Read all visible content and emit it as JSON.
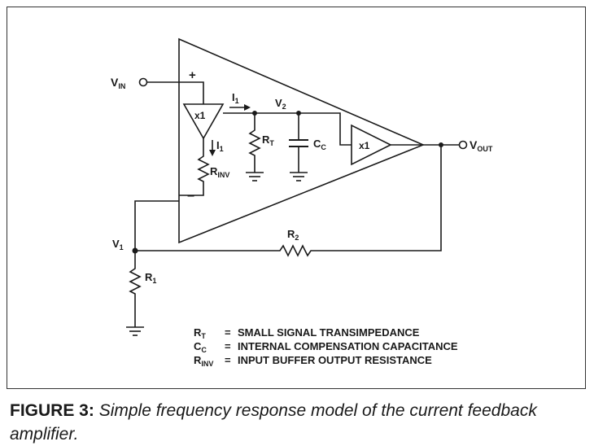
{
  "diagram": {
    "labels": {
      "vin": "V",
      "vin_sub": "IN",
      "plus": "+",
      "minus": "−",
      "buf1": "x1",
      "buf2": "x1",
      "i1_top": "I",
      "i1_top_sub": "1",
      "i1_down": "I",
      "i1_down_sub": "1",
      "v2": "V",
      "v2_sub": "2",
      "rt": "R",
      "rt_sub": "T",
      "cc": "C",
      "cc_sub": "C",
      "rinv": "R",
      "rinv_sub": "INV",
      "vout": "V",
      "vout_sub": "OUT",
      "v1": "V",
      "v1_sub": "1",
      "r2": "R",
      "r2_sub": "2",
      "r1": "R",
      "r1_sub": "1"
    },
    "legend": [
      {
        "sym": "R",
        "sub": "T",
        "eq": "=",
        "text": "SMALL SIGNAL TRANSIMPEDANCE"
      },
      {
        "sym": "C",
        "sub": "C",
        "eq": "=",
        "text": "INTERNAL COMPENSATION CAPACITANCE"
      },
      {
        "sym": "R",
        "sub": "INV",
        "eq": "=",
        "text": "INPUT BUFFER OUTPUT RESISTANCE"
      }
    ]
  },
  "caption": {
    "label": "FIGURE 3:",
    "text": "Simple frequency response model of the current feedback amplifier."
  }
}
